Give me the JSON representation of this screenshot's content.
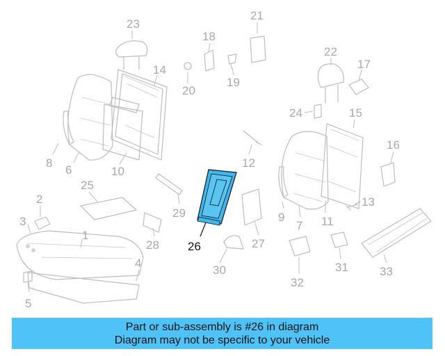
{
  "highlight_color": "#3db7ee",
  "banner_color": "#4fc3f7",
  "highlighted_part": "26",
  "callouts": [
    "1",
    "2",
    "3",
    "4",
    "5",
    "6",
    "7",
    "8",
    "9",
    "10",
    "11",
    "12",
    "13",
    "14",
    "15",
    "16",
    "17",
    "18",
    "19",
    "20",
    "21",
    "22",
    "23",
    "24",
    "25",
    "26",
    "27",
    "28",
    "29",
    "30",
    "31",
    "32",
    "33"
  ],
  "banner": {
    "line1": "Part or sub-assembly is #26 in diagram",
    "line2": "Diagram may not be specific to your vehicle"
  }
}
